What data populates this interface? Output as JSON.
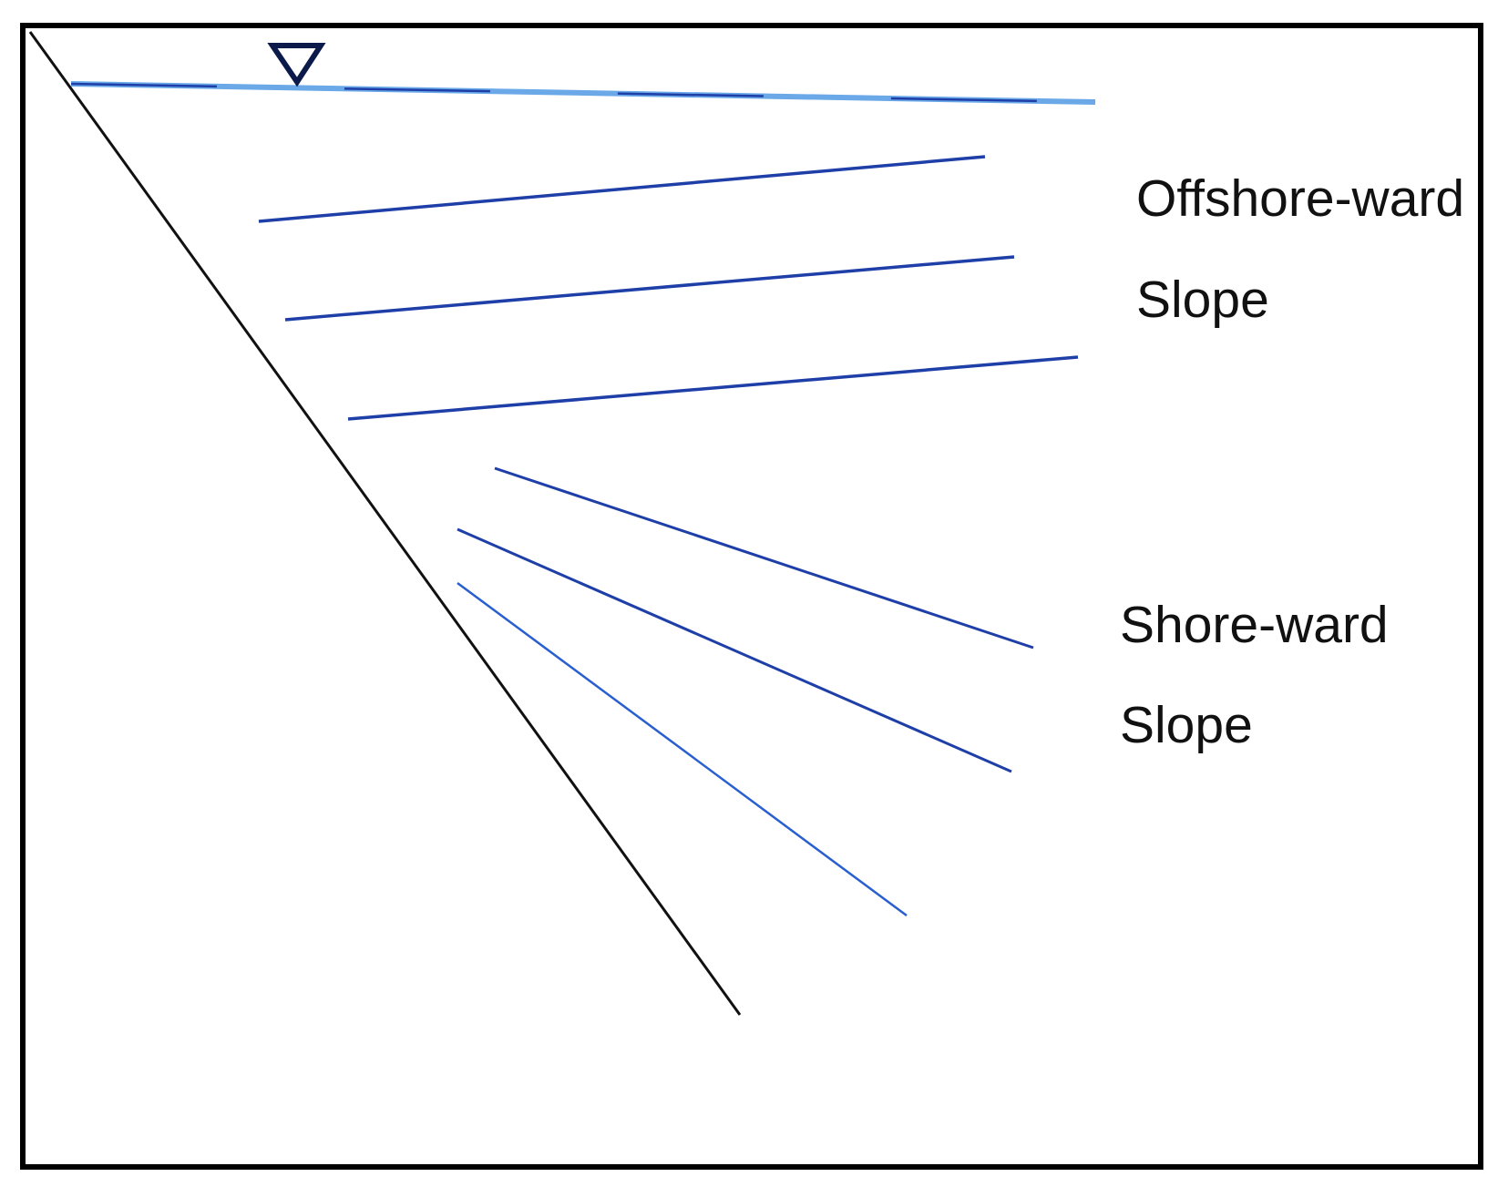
{
  "labels": {
    "offshore_line1": "Offshore-ward",
    "offshore_line2": "Slope",
    "shore_line1": "Shore-ward",
    "shore_line2": "Slope"
  },
  "icons": {
    "water_level": "water-level-triangle-icon"
  },
  "colors": {
    "water_line": "#1f3fa8",
    "water_line_highlight": "#6aa8e8",
    "slope_line": "#1f3fa8",
    "shore_line": "#2a5fd0",
    "seabed_line": "#111111",
    "frame": "#000000",
    "marker": "#0b1a4a"
  }
}
